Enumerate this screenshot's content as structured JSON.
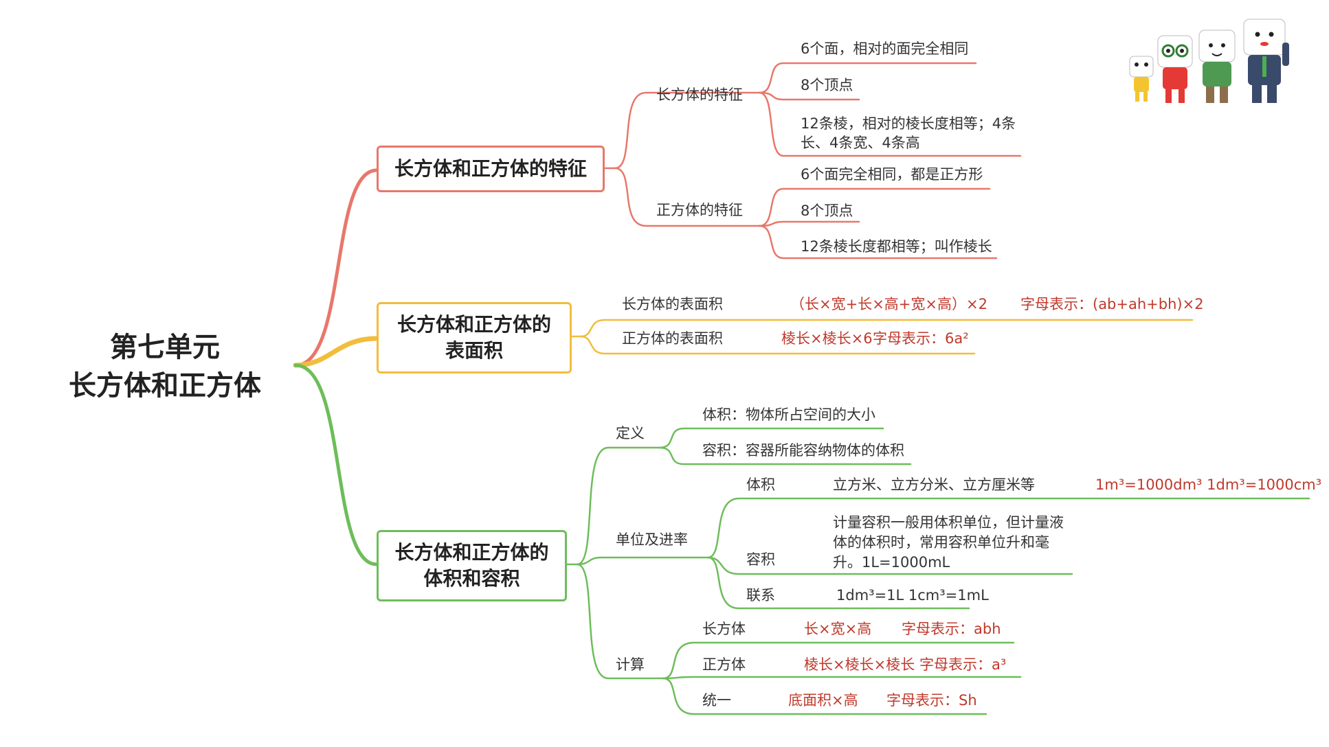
{
  "central": {
    "line1": "第七单元",
    "line2": "长方体和正方体"
  },
  "colors": {
    "red": "#e8776b",
    "orange": "#f2bd3c",
    "green": "#6dbd5a",
    "formula": "#c0392b"
  },
  "features": {
    "title": "长方体和正方体的特征",
    "cuboid": {
      "label": "长方体的特征",
      "items": [
        "6个面，相对的面完全相同",
        "8个顶点",
        "12条棱，相对的棱长度相等；4条长、4条宽、4条高"
      ]
    },
    "cube": {
      "label": "正方体的特征",
      "items": [
        "6个面完全相同，都是正方形",
        "8个顶点",
        "12条棱长度都相等；叫作棱长"
      ]
    }
  },
  "surface": {
    "title": "长方体和正方体的表面积",
    "cuboid": {
      "label": "长方体的表面积",
      "formula": "（长×宽+长×高+宽×高）×2",
      "letters": "字母表示：(ab+ah+bh)×2"
    },
    "cube": {
      "label": "正方体的表面积",
      "formula": "棱长×棱长×6",
      "letters": "字母表示：6a²"
    }
  },
  "volume": {
    "title": "长方体和正方体的体积和容积",
    "definition": {
      "label": "定义",
      "items": [
        "体积：物体所占空间的大小",
        "容积：容器所能容纳物体的体积"
      ]
    },
    "units": {
      "label": "单位及进率",
      "volume": {
        "label": "体积",
        "units": "立方米、立方分米、立方厘米等",
        "rate": "1m³=1000dm³  1dm³=1000cm³"
      },
      "capacity": {
        "label": "容积",
        "text": "计量容积一般用体积单位，但计量液体的体积时，常用容积单位升和毫升。1L=1000mL"
      },
      "relation": {
        "label": "联系",
        "text": "1dm³=1L  1cm³=1mL"
      }
    },
    "calc": {
      "label": "计算",
      "cuboid": {
        "label": "长方体",
        "formula": "长×宽×高",
        "letters": "字母表示：abh"
      },
      "cube": {
        "label": "正方体",
        "formula": "棱长×棱长×棱长",
        "letters": "字母表示：a³"
      },
      "unified": {
        "label": "统一",
        "formula": "底面积×高",
        "letters": "字母表示：Sh"
      }
    }
  }
}
